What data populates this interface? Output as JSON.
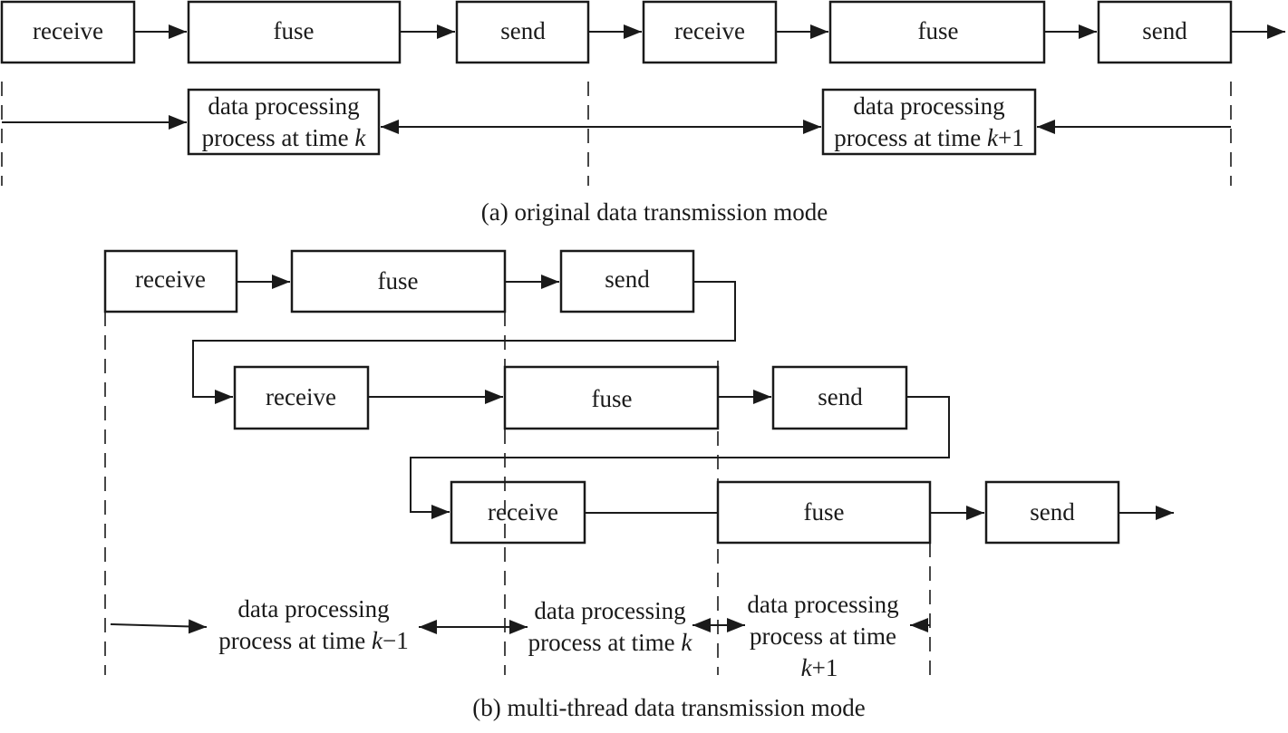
{
  "part_a": {
    "boxes": [
      "receive",
      "fuse",
      "send",
      "receive",
      "fuse",
      "send"
    ],
    "process_k_line1": "data processing",
    "process_k_line2_prefix": "process at time ",
    "process_k_var": "k",
    "process_k_suffix": "",
    "process_k1_line1": "data processing",
    "process_k1_line2_prefix": "process at time ",
    "process_k1_var": "k",
    "process_k1_suffix": "+1",
    "caption": "(a)  original data transmission mode"
  },
  "part_b": {
    "row1": [
      "receive",
      "fuse",
      "send"
    ],
    "row2": [
      "receive",
      "fuse",
      "send"
    ],
    "row3": [
      "receive",
      "fuse",
      "send"
    ],
    "km1_line1": "data processing",
    "km1_line2_prefix": "process at time ",
    "km1_var": "k",
    "km1_suffix": "−1",
    "k_line1": "data processing",
    "k_line2_prefix": "process at time ",
    "k_var": "k",
    "kp1_line1": "data processing",
    "kp1_line2": "process at time",
    "kp1_var": "k",
    "kp1_suffix": "+1",
    "caption": "(b)  multi-thread data transmission mode"
  }
}
